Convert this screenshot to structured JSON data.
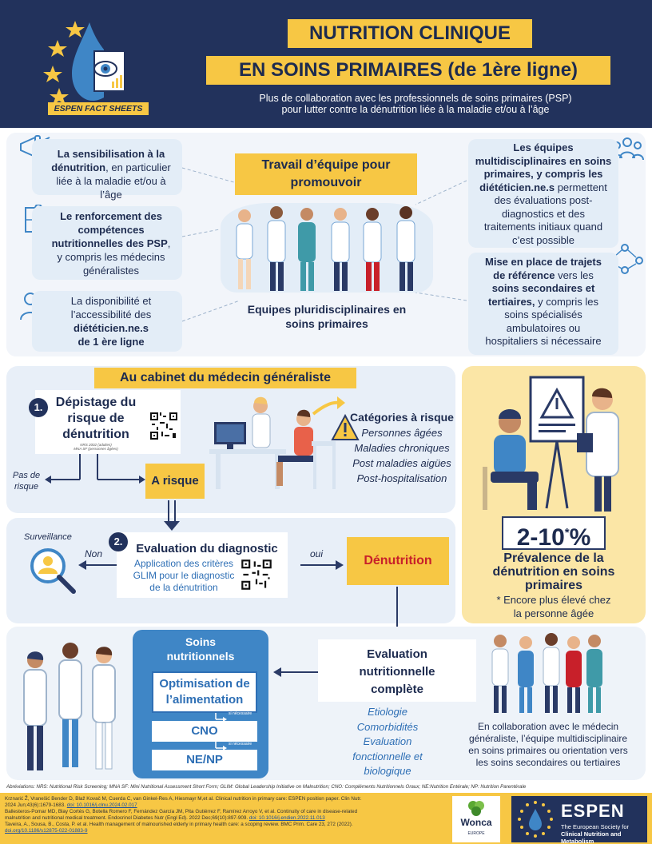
{
  "header": {
    "title_line1": "NUTRITION CLINIQUE",
    "title_line2": "EN SOINS PRIMAIRES (de 1ère ligne)",
    "subtitle_line1": "Plus de collaboration avec les professionnels de soins primaires (PSP)",
    "subtitle_line2": "pour lutter contre la dénutrition liée à la maladie et/ou à l’âge",
    "logo_label": "ESPEN FACT SHEETS"
  },
  "team": {
    "title_line1": "Travail d’équipe pour",
    "title_line2": "promouvoir",
    "caption_line1": "Equipes pluridisciplinaires en",
    "caption_line2": "soins primaires"
  },
  "left_boxes": {
    "b1_bold1": "La sensibilisation à la",
    "b1_bold2": "dénutrition",
    "b1_rest": ", en particulier",
    "b1_line3": "liée à la maladie et/ou à l’âge",
    "b2_line1": "Le renforcement des",
    "b2_line2": "compétences",
    "b2_line3": "nutritionnelles des PSP",
    "b2_line3b": ",",
    "b2_line4": "y compris les médecins",
    "b2_line5": "généralistes",
    "b3_line1": "La disponibilité et",
    "b3_line2": "l’accessibilité des",
    "b3_line3": "diététicien.ne.s",
    "b3_line4": "de 1 ère ligne"
  },
  "right_boxes": {
    "r1_line1": "Les équipes",
    "r1_line2": "multidisciplinaires en soins",
    "r1_line3": "primaires, y compris les",
    "r1_line4": "diététicien.ne.s",
    "r1_line4b": " permettent",
    "r1_line5": "des évaluations post-",
    "r1_line6": "diagnostics et des",
    "r1_line7": "traitements initiaux quand",
    "r1_line8": "c’est possible",
    "r2_line1": "Mise en place de trajets",
    "r2_line2": "de référence",
    "r2_line2b": " vers les",
    "r2_line3": "soins secondaires et",
    "r2_line4": "tertiaires,",
    "r2_line4b": " y compris les",
    "r2_line5": "soins spécialisés",
    "r2_line6": "ambulatoires ou",
    "r2_line7": "hospitaliers si nécessaire"
  },
  "gp": {
    "title": "Au cabinet du médecin généraliste",
    "step1_num": "1.",
    "step1_line1": "Dépistage du",
    "step1_line2": "risque de",
    "step1_line3": "dénutrition",
    "step1_small1": "NRS 2002 (adultes)",
    "step1_small2": "MNA SF (personnes âgées)",
    "no_risk_line1": "Pas de",
    "no_risk_line2": "risque",
    "at_risk": "A risque",
    "risk_title": "Catégories à risque",
    "risk_items": [
      "Personnes âgées",
      "Maladies chroniques",
      "Post maladies aigües",
      "Post-hospitalisation"
    ],
    "surveillance": "Surveillance",
    "non": "Non",
    "oui": "oui",
    "step2_num": "2.",
    "step2_title": "Evaluation du diagnostic",
    "step2_line1": "Application des critères",
    "step2_line2": "GLIM pour le diagnostic",
    "step2_line3": "de la dénutrition",
    "denutrition": "Dénutrition"
  },
  "prevalence": {
    "value": "2-10",
    "star": "*",
    "percent": "%",
    "line1": "Prévalence de la",
    "line2": "dénutrition en soins",
    "line3": "primaires",
    "note1": "* Encore plus élevé chez",
    "note2": "la personne âgée"
  },
  "care": {
    "title_line1": "Soins",
    "title_line2": "nutritionnels",
    "opt_line1": "Optimisation de",
    "opt_line2": "l’alimentation",
    "cno": "CNO",
    "nenp": "NE/NP",
    "if_needed": "si nécessaire"
  },
  "eval": {
    "line1": "Evaluation",
    "line2": "nutritionnelle",
    "line3": "complète",
    "items": [
      "Etiologie",
      "Comorbidités",
      "Evaluation",
      "fonctionnelle et",
      "biologique"
    ]
  },
  "collab": {
    "line1": "En collaboration avec le médecin",
    "line2": "généraliste, l’équipe multidisciplinaire",
    "line3": "en soins primaires ou orientation vers",
    "line4": "les soins secondaires ou tertiaires"
  },
  "abbrev": "Abréviations: NRS: Nutritional Risk Screening; MNA SF: Mini Nutritional Assessment Short Form; GLIM: Global Leadership Initiative on Malnutrition; CNO: Compléments Nutritionnels Oraux; NE:Nutrition Entérale; NP: Nutrition Parentérale",
  "refs": {
    "r1a": "Krznarić Ž, Vranešić Bender D, Blaž Kovač M, Cuerda C, van Ginkel-Res A, Hiesmayr M,et al. Clinical nutrition in primary care: ESPEN position paper. Clin Nutr.",
    "r1b": "2024 Jun;43(6):1679-1683. ",
    "r1link": "doi: 10.1016/j.clnu.2024.02.017",
    "r2a": "Ballesteros-Pomar MD, Blay Cortés G, Botella Romero F, Fernández García JM, Pita Gutiérrez F, Ramírez Arroyo V, et al. Continuity of care in disease-related",
    "r2b": "malnutrition and nutritional medical treatment. Endocrinol Diabetes Nutr (Engl Ed). 2022 Dec;69(10):897-909. ",
    "r2link": "doi: 10.1016/j.endien.2022.11.013",
    "r3a": "Taveira, A., Sousa, B., Costa, P. et al. Health management of malnourished elderly in primary health care: a scoping review. BMC Prim. Care 23, 272 (2022).",
    "r3link": "doi.org/10.1186/s12875-022-01883-9"
  },
  "footer": {
    "wonca": "Wonca",
    "wonca_sub": "EUROPE",
    "espen": "ESPEN",
    "espen_sub1": "The European Society for",
    "espen_sub2": "Clinical Nutrition and Metabolism"
  },
  "colors": {
    "navy": "#22325c",
    "yellow": "#f7c744",
    "light_blue": "#e3edf7",
    "mid_blue": "#3f86c6",
    "red": "#c8202a"
  }
}
